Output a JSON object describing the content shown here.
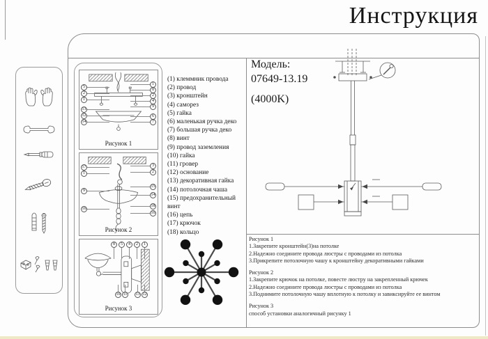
{
  "page": {
    "title": "Инструкция"
  },
  "model": {
    "label": "Модель:",
    "number": "07649-13.19",
    "kelvin": "(4000K)"
  },
  "tools": {
    "icons": [
      "gloves-icon",
      "wrench-icon",
      "flat-screwdriver-icon",
      "tapping-screw-icon",
      "anchor-and-screw-icon",
      "hardware-parts-icon"
    ]
  },
  "parts": {
    "items": [
      "(1) клеммник провода",
      "(2) провод",
      "(3) кронштейн",
      "(4) саморез",
      "(5) гайка",
      "(6) маленькая ручка деко",
      "(7) большая ручка деко",
      "(8) винт",
      "(9) провод заземления",
      "(10) гайка",
      "(11) гровер",
      "(12) основание",
      "(13) декоративная гайка",
      "(14) потолочная чаша",
      "(15) предохранительный винт",
      "(16) цепь",
      "(17) крючок",
      "(18) кольцо"
    ]
  },
  "figures": [
    {
      "label": "Рисунок 1",
      "callouts": {
        "left": [
          "5",
          "2",
          "1",
          "13",
          "12",
          "14"
        ],
        "right": [
          "1",
          "8",
          "2",
          "4",
          "9",
          "6",
          "7"
        ]
      }
    },
    {
      "label": "Рисунок 2",
      "callouts": {
        "left": [
          "17",
          "1",
          "9",
          "16"
        ],
        "right": [
          "3",
          "2",
          "15",
          "14",
          "18",
          "16"
        ]
      }
    },
    {
      "label": "Рисунок 3",
      "callouts": {
        "top": [
          "8",
          "5",
          "4",
          "2",
          "1"
        ],
        "bottom": [
          "10",
          "11",
          "13",
          "12"
        ]
      }
    }
  ],
  "instructions": [
    {
      "heading": "Рисунок 1",
      "steps": [
        "1.Закрепите кронштейн(3)на потолке",
        "2.Надежно соедините провода люстры с проводами из потолка",
        "3.Прикрепите потолочную чашу к кронштейну декоративными гайками"
      ]
    },
    {
      "heading": "Рисунок 2",
      "steps": [
        "1.Закрепите крючок на потолке, повесте люстру на закрепленный крючек",
        "2.Надежно соедините провода люстры с проводами из потолка",
        "3.Поднимите потолочную чашу вплотную к потолку и завиксируйте ее винтом"
      ]
    },
    {
      "heading": "Рисунок 3",
      "steps": [
        "способ установки аналогичный рисунку 1"
      ]
    }
  ]
}
